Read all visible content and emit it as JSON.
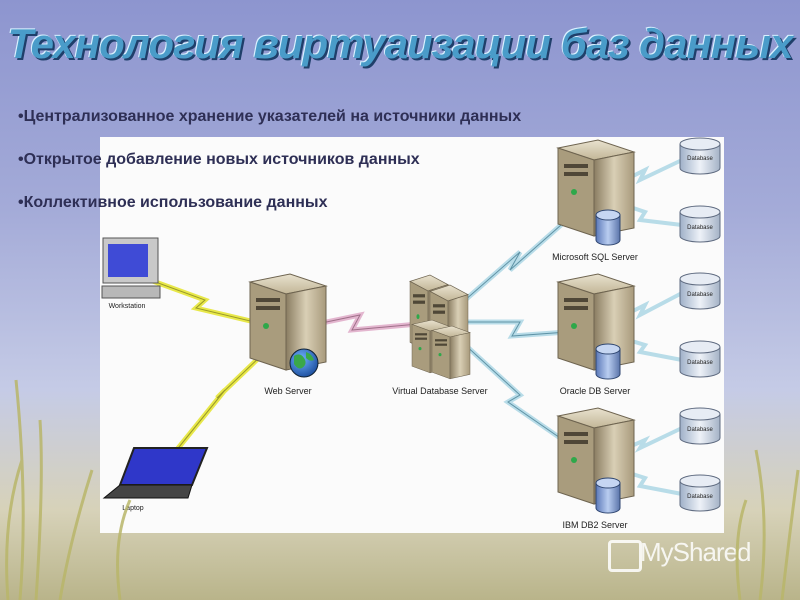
{
  "slide": {
    "title": "Технология виртуаизации баз данных",
    "bullets": [
      "•Централизованное хранение указателей на источники данных",
      "•Открытое добавление новых источников данных",
      "•Коллективное использование данных"
    ]
  },
  "diagram": {
    "nodes": {
      "workstation": "Workstation",
      "laptop": "Laptop",
      "web_server": "Web Server",
      "virtual_db": "Virtual Database Server",
      "mssql": "Microsoft SQL Server",
      "oracle": "Oracle DB Server",
      "db2": "IBM DB2 Server",
      "database": "Database"
    }
  },
  "watermark": {
    "text": "MyShared"
  },
  "colors": {
    "title": "#4a9cc9",
    "bullet_text": "#2e2f55",
    "bolt_yellow": "#e8e84a",
    "bolt_pink": "#e3b6cf",
    "bolt_blue": "#b8dce8"
  }
}
